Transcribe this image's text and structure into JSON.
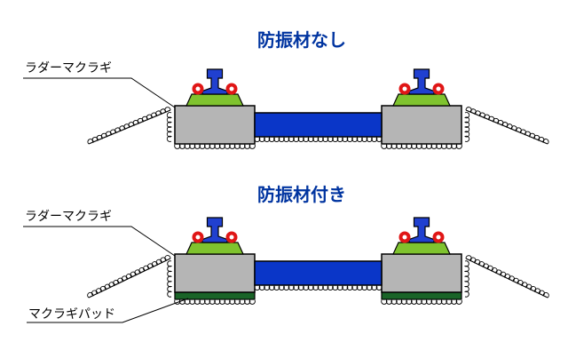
{
  "colors": {
    "title": "#0034a0",
    "block": "#b5b5b5",
    "beam": "#0a36c8",
    "plate": "#7fc32e",
    "rail": "#2040d0",
    "clip": "#e01616",
    "pad": "#1a6428"
  },
  "top": {
    "title": "防振材なし",
    "label_sleeper": "ラダーマクラギ"
  },
  "bottom": {
    "title": "防振材付き",
    "label_sleeper": "ラダーマクラギ",
    "label_pad": "マクラギパッド"
  }
}
